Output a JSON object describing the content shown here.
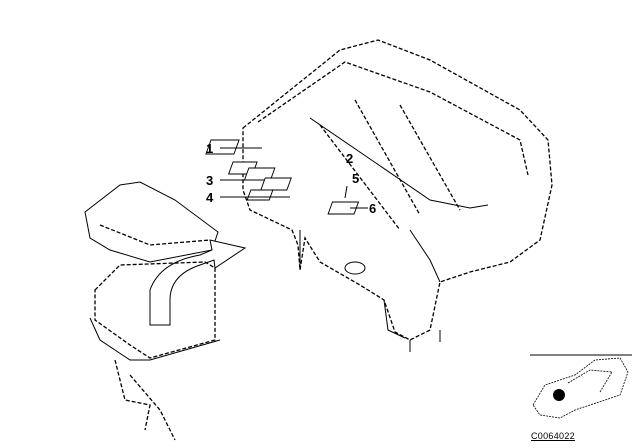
{
  "callouts": [
    {
      "id": "1",
      "label": "1"
    },
    {
      "id": "2",
      "label": "2"
    },
    {
      "id": "3",
      "label": "3"
    },
    {
      "id": "4",
      "label": "4"
    },
    {
      "id": "5",
      "label": "5"
    },
    {
      "id": "6",
      "label": "6"
    }
  ],
  "diagram_code": "C0064022"
}
